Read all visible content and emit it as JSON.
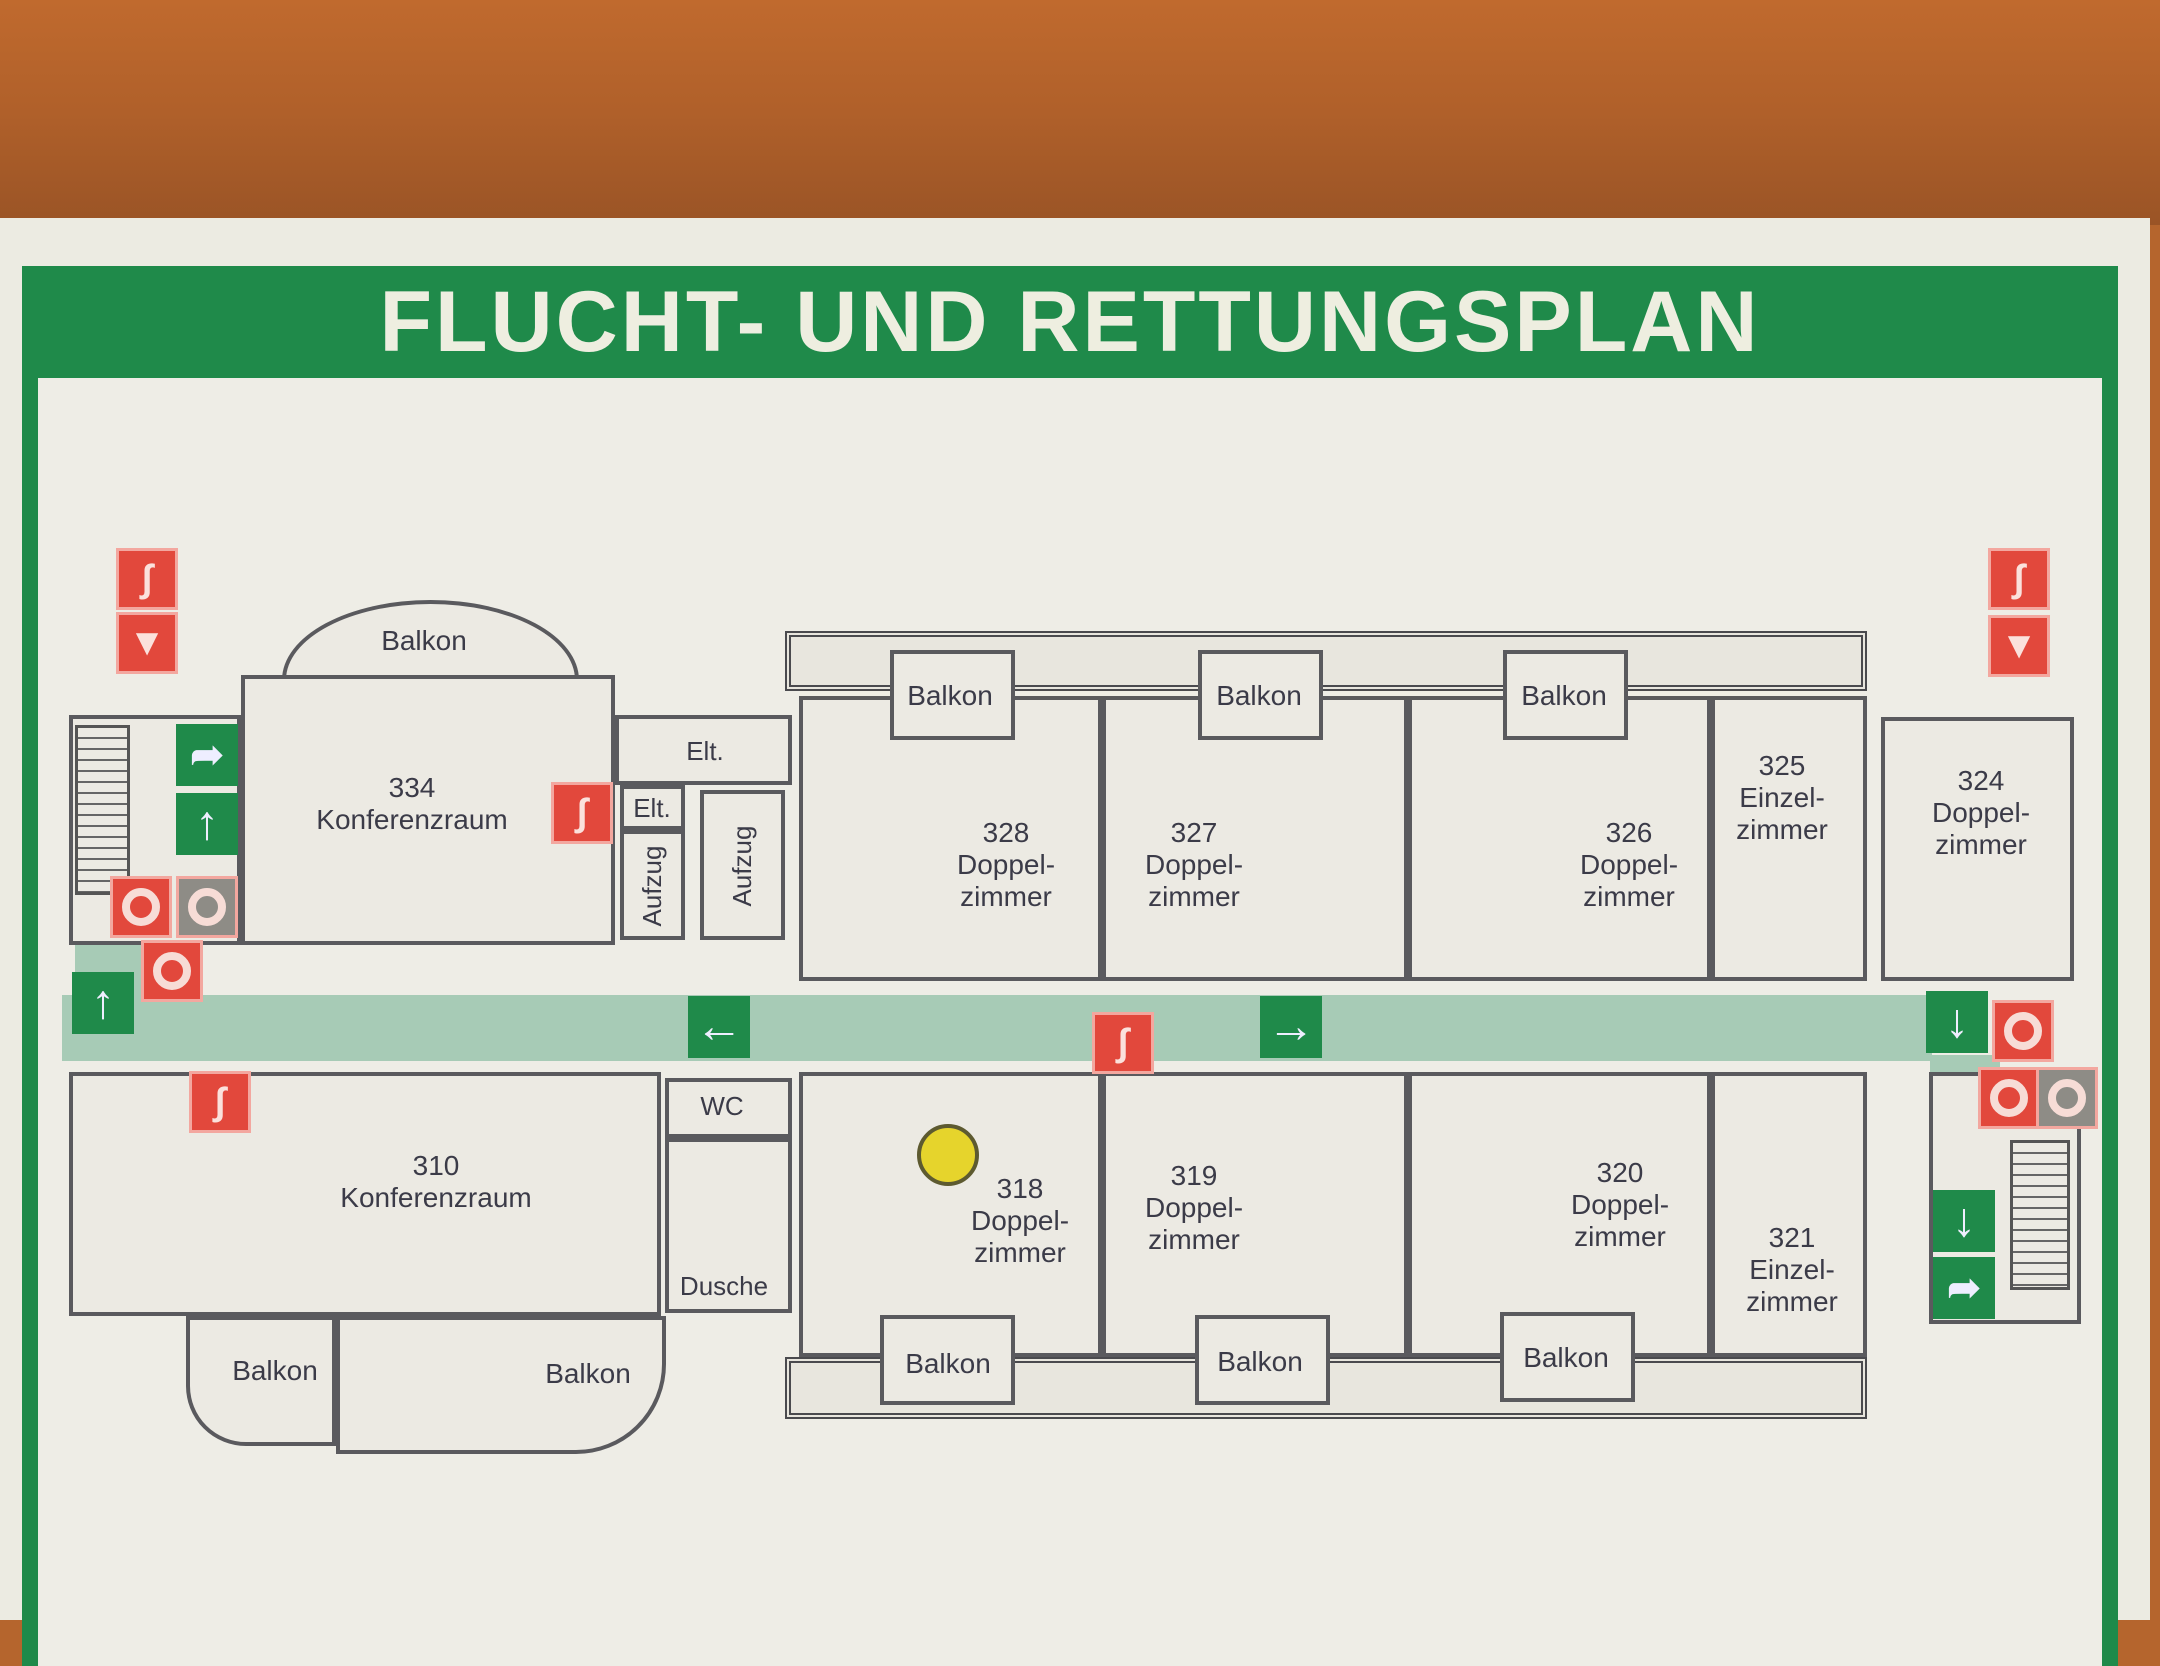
{
  "title": "FLUCHT- UND RETTUNGSPLAN",
  "labels": {
    "balkon": "Balkon",
    "elt": "Elt.",
    "aufzug": "Aufzug",
    "wc": "WC",
    "dusche": "Dusche"
  },
  "rooms": {
    "r334": {
      "number": "334",
      "name": "Konferenzraum"
    },
    "r310": {
      "number": "310",
      "name": "Konferenzraum"
    },
    "r328": {
      "number": "328",
      "l1": "Doppel-",
      "l2": "zimmer"
    },
    "r327": {
      "number": "327",
      "l1": "Doppel-",
      "l2": "zimmer"
    },
    "r326": {
      "number": "326",
      "l1": "Doppel-",
      "l2": "zimmer"
    },
    "r325": {
      "number": "325",
      "l1": "Einzel-",
      "l2": "zimmer"
    },
    "r324": {
      "number": "324",
      "l1": "Doppel-",
      "l2": "zimmer"
    },
    "r318": {
      "number": "318",
      "l1": "Doppel-",
      "l2": "zimmer"
    },
    "r319": {
      "number": "319",
      "l1": "Doppel-",
      "l2": "zimmer"
    },
    "r320": {
      "number": "320",
      "l1": "Doppel-",
      "l2": "zimmer"
    },
    "r321": {
      "number": "321",
      "l1": "Einzel-",
      "l2": "zimmer"
    }
  },
  "icons": {
    "fire_extinguisher": "fire-extinguisher-icon",
    "fire_alarm": "fire-alarm-icon",
    "fire_hose": "fire-hose-icon",
    "exit_arrow": "exit-arrow-icon",
    "you_are_here": "you-are-here-marker"
  },
  "colors": {
    "safety_green": "#1f8a4a",
    "fire_red": "#e2483c",
    "escape_route": "#a7cbb6",
    "marker_yellow": "#e6d42c"
  }
}
